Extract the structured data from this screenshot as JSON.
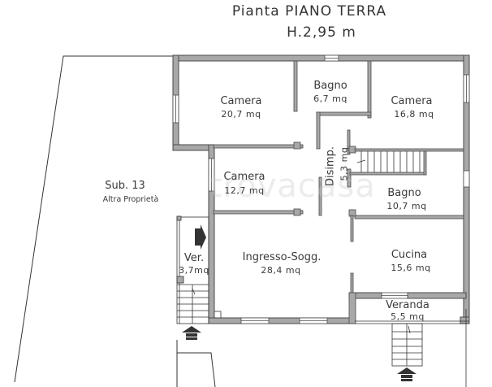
{
  "header": {
    "title": "Pianta PIANO TERRA",
    "height": "H.2,95 m"
  },
  "neighbor": {
    "name": "Sub. 13",
    "note": "Altra Proprietà"
  },
  "rooms": [
    {
      "name": "Camera",
      "area": "20,7 mq"
    },
    {
      "name": "Bagno",
      "area": "6,7 mq"
    },
    {
      "name": "Camera",
      "area": "16,8 mq"
    },
    {
      "name": "Camera",
      "area": "12,7 mq"
    },
    {
      "name": "Disimp.",
      "area": "5,3 mq"
    },
    {
      "name": "Bagno",
      "area": "10,7 mq"
    },
    {
      "name": "Ver.",
      "area": "3,7mq"
    },
    {
      "name": "Ingresso-Sogg.",
      "area": "28,4 mq"
    },
    {
      "name": "Cucina",
      "area": "15,6 mq"
    },
    {
      "name": "Veranda",
      "area": "5,5 mq"
    }
  ],
  "watermark": "trovacasa",
  "colors": {
    "wall_fill": "#a8a8a8",
    "wall_stroke": "#4a4a4a",
    "line": "#333333",
    "text": "#3a3a3a"
  }
}
